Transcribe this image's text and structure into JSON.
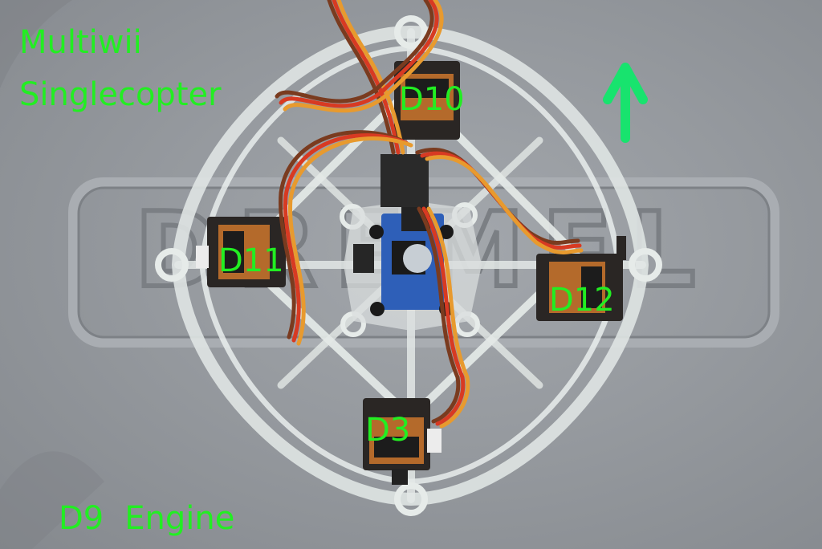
{
  "title": {
    "line1": "Multiwii",
    "line2": "Singlecopter"
  },
  "servo_labels": {
    "front": "D10",
    "left": "D11",
    "right": "D12",
    "rear": "D3"
  },
  "engine_label": {
    "pin": "D9",
    "name": "Engine"
  },
  "background_logo_text": "DREMEL",
  "colors": {
    "annotation_green": "#22ee22",
    "arrow_green": "#18e36e",
    "board_blue": "#2e5fb8",
    "frame_white": "#e6ebe9"
  },
  "direction_arrow_icon": "up-arrow-icon"
}
